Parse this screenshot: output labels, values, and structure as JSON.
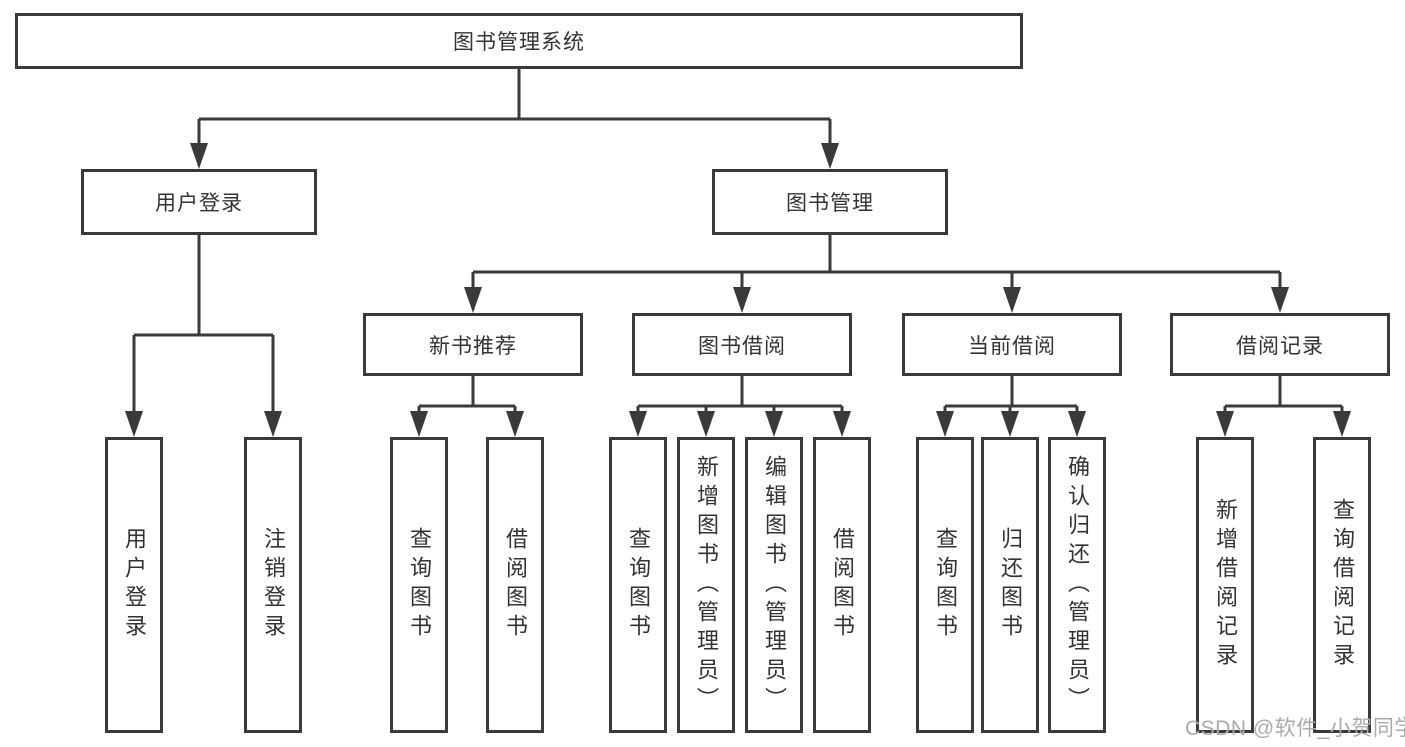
{
  "diagram_title": "图书管理系统",
  "tree": {
    "label": "图书管理系统",
    "children": [
      {
        "label": "用户登录",
        "children": [
          {
            "label": "用户登录"
          },
          {
            "label": "注销登录"
          }
        ]
      },
      {
        "label": "图书管理",
        "children": [
          {
            "label": "新书推荐",
            "children": [
              {
                "label": "查询图书"
              },
              {
                "label": "借阅图书"
              }
            ]
          },
          {
            "label": "图书借阅",
            "children": [
              {
                "label": "查询图书"
              },
              {
                "label": "新增图书（管理员）"
              },
              {
                "label": "编辑图书（管理员）"
              },
              {
                "label": "借阅图书"
              }
            ]
          },
          {
            "label": "当前借阅",
            "children": [
              {
                "label": "查询图书"
              },
              {
                "label": "归还图书"
              },
              {
                "label": "确认归还（管理员）"
              }
            ]
          },
          {
            "label": "借阅记录",
            "children": [
              {
                "label": "新增借阅记录"
              },
              {
                "label": "查询借阅记录"
              }
            ]
          }
        ]
      }
    ]
  },
  "watermark": {
    "text": "CSDN @软件_小贺同学"
  },
  "colors": {
    "line": "#3a3a3a",
    "box_border": "#3a3a3a",
    "text": "#333333",
    "background": "#ffffff",
    "watermark": "#ababab"
  }
}
